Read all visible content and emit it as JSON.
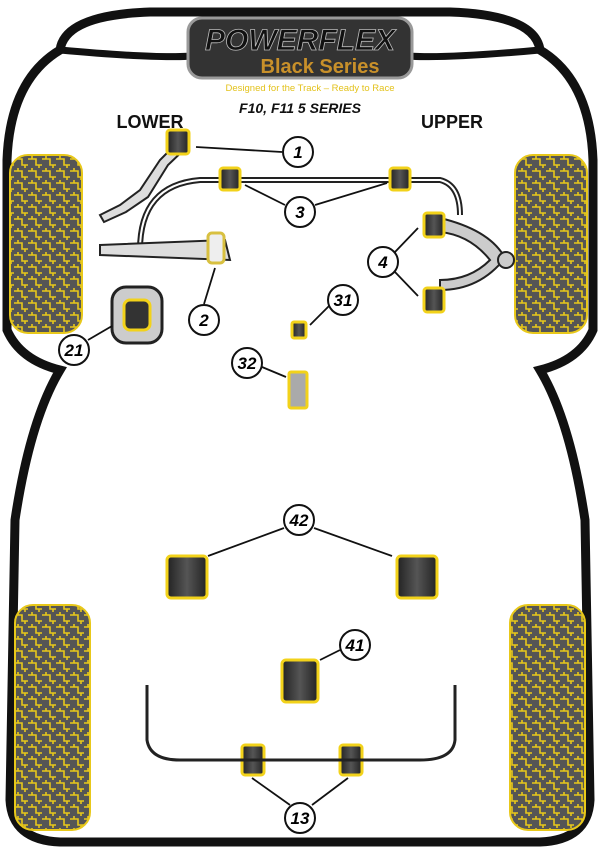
{
  "logo": {
    "brand": "POWERFLEX",
    "series": "Black Series",
    "tagline": "Designed for the Track – Ready to Race"
  },
  "model": "F10, F11 5 SERIES",
  "labels": {
    "lower": "LOWER",
    "upper": "UPPER"
  },
  "callouts": [
    "1",
    "3",
    "4",
    "2",
    "21",
    "31",
    "32",
    "42",
    "41",
    "13"
  ],
  "colors": {
    "bush_yellow": "#f2d21a",
    "outline": "#111111",
    "tyre_dark": "#4a4a4a"
  }
}
